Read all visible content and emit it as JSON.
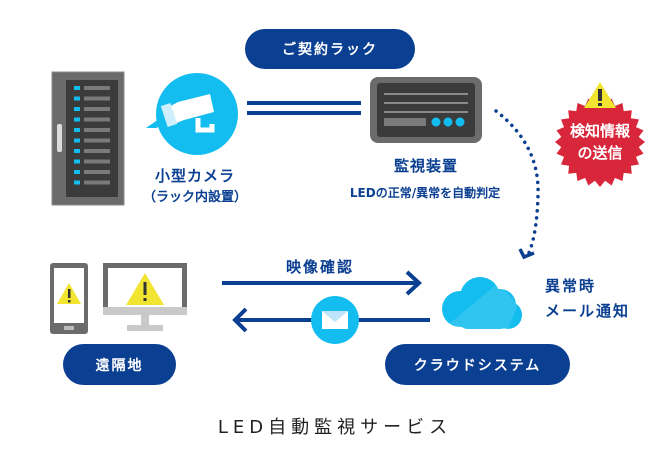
{
  "diagram": {
    "title": "LED自動監視サービス",
    "nodes": {
      "contract_rack": {
        "label": "ご契約ラック"
      },
      "camera": {
        "label": "小型カメラ",
        "sublabel": "（ラック内設置）",
        "icon": "camera-icon"
      },
      "server_rack": {
        "icon": "server-rack-icon"
      },
      "monitor_device": {
        "label": "監視装置",
        "sublabel": "LEDの正常/異常を自動判定",
        "icon": "monitoring-device-icon"
      },
      "alert_badge": {
        "line1": "検知情報",
        "line2": "の送信",
        "icon": "warning-icon"
      },
      "cloud": {
        "label": "クラウドシステム",
        "icon": "cloud-icon"
      },
      "anomaly_mail": {
        "line1": "異常時",
        "line2": "メール通知"
      },
      "remote": {
        "label": "遠隔地",
        "icons": [
          "smartphone-icon",
          "monitor-icon"
        ]
      }
    },
    "edges": {
      "video_check": {
        "label": "映像確認"
      },
      "mail_icon": "mail-icon"
    }
  },
  "colors": {
    "navy": "#0b3f91",
    "cyan": "#14bdf0",
    "red": "#d8263a",
    "yellow": "#f1e531",
    "gray_dark": "#444444",
    "gray": "#7a7a7a"
  }
}
